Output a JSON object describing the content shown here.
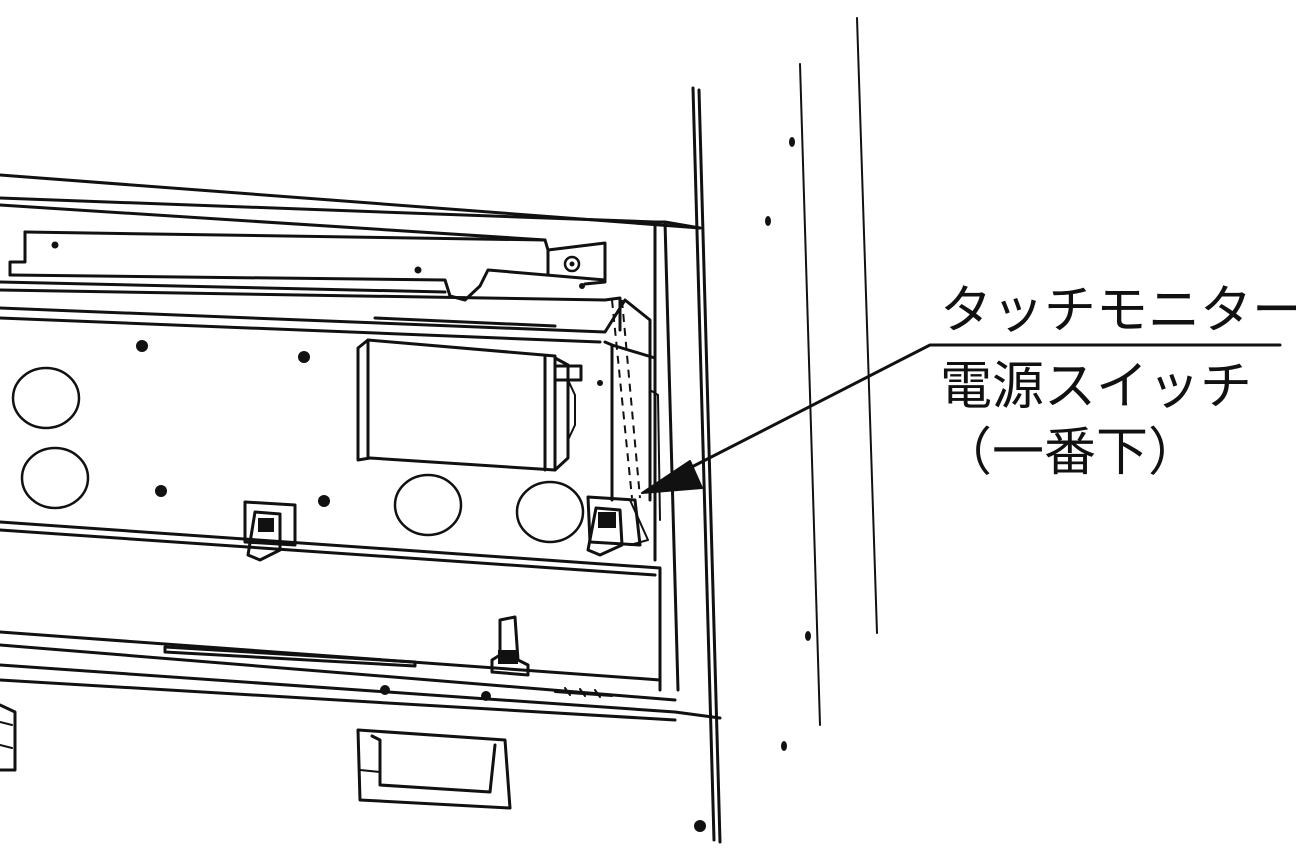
{
  "callout": {
    "upper_label": "タッチモニター",
    "lower_label_line1": "電源スイッチ",
    "lower_label_line2": "（一番下）"
  },
  "colors": {
    "line": "#111111",
    "background": "#ffffff"
  }
}
